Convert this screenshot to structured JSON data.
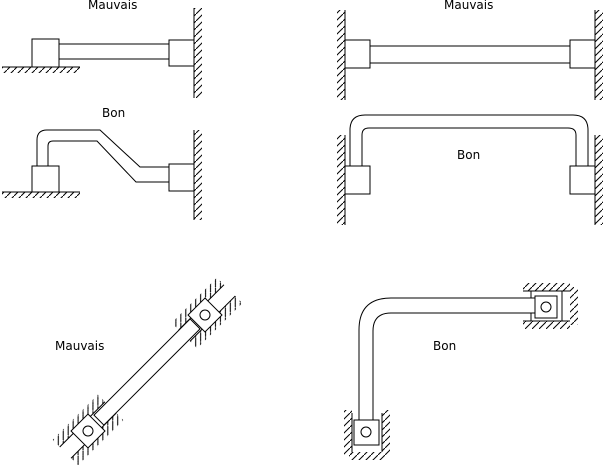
{
  "labels": {
    "top_left": "Mauvais",
    "top_right": "Mauvais",
    "mid_left": "Bon",
    "mid_right": "Bon",
    "bottom_left": "Mauvais",
    "bottom_right": "Bon"
  }
}
